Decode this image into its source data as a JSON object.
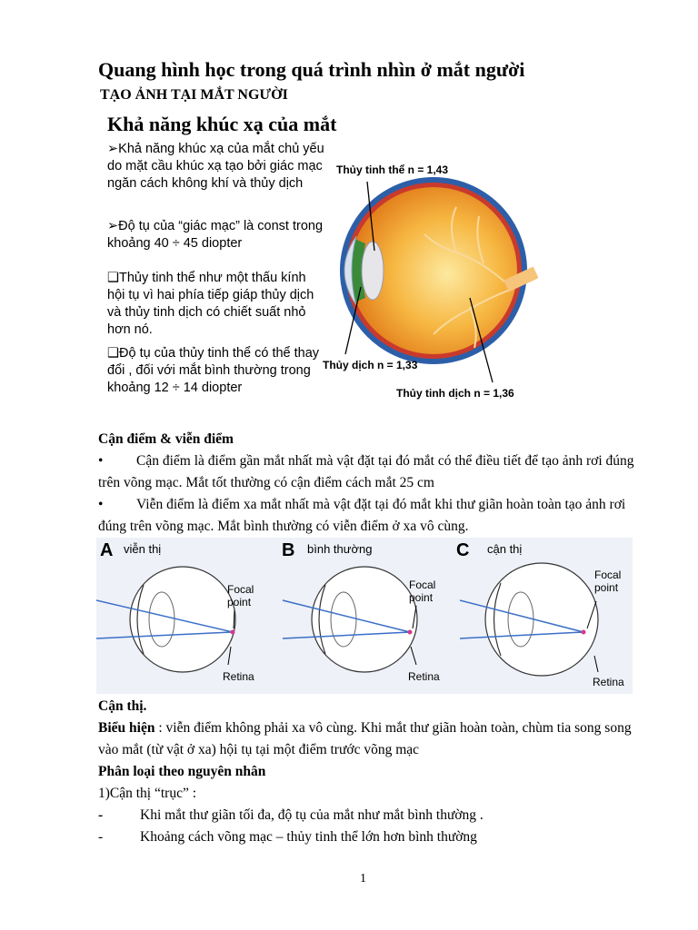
{
  "header": {
    "title": "Quang hình học trong quá trình nhìn ở mắt người",
    "subtitle": "TẠO ẢNH TẠI MẮT NGƯỜI",
    "section_title": "Khả năng khúc xạ của mắt"
  },
  "refraction_bullets": [
    {
      "marker": "➢",
      "text": "Khả năng khúc xạ của mắt chủ yếu do mặt cầu khúc xạ tạo bởi giác mạc ngăn cách không khí và thủy dịch"
    },
    {
      "marker": "➢",
      "text": "Độ tụ của “giác mạc” là const trong khoảng 40 ÷ 45 diopter"
    },
    {
      "marker": "❑",
      "text": "Thủy tinh thể như một thấu kính hội tụ vì hai phía tiếp giáp thủy dịch và thủy tinh dịch có chiết suất nhỏ hơn nó."
    },
    {
      "marker": "❑",
      "text": "Độ tụ của thủy tinh thể có thể thay đổi , đối với mắt bình thường trong khoảng 12 ÷ 14 diopter"
    }
  ],
  "eye_diagram": {
    "lens_label": "Thủy tinh thể n = 1,43",
    "aqueous_label": "Thủy dịch n = 1,33",
    "vitreous_label": "Thủy tinh dịch n = 1,36"
  },
  "near_far": {
    "heading": "Cận điểm & viễn điểm",
    "bullet": "•",
    "near_point": "Cận điểm là điểm gần mắt nhất mà vật đặt tại đó mắt có thể điều tiết để tạo ảnh rơi đúng trên võng mạc. Mắt tốt thường có cận điểm cách mắt 25 cm",
    "far_point": "Viễn điểm là điểm xa mắt nhất mà vật đặt tại đó mắt khi thư giãn hoàn toàn tạo ảnh rơi đúng trên võng mạc. Mắt bình thường có viễn điểm ở xa vô cùng."
  },
  "focus_figure": {
    "panels": [
      {
        "letter": "A",
        "caption": "viễn thị"
      },
      {
        "letter": "B",
        "caption": "bình thường"
      },
      {
        "letter": "C",
        "caption": "cận thị"
      }
    ],
    "focal_line1": "Focal",
    "focal_line2": "point",
    "retina": "Retina"
  },
  "myopia": {
    "heading": "Cận thị.",
    "symptom_label": "Biểu hiện",
    "symptom_text": " : viễn điểm không phải xa vô cùng. Khi mắt thư giãn hoàn toàn, chùm tia song song vào mắt (từ vật ở xa) hội tụ tại một điểm trước võng mạc",
    "classify_heading": "Phân loại theo nguyên nhân",
    "axial_heading": "1)Cận thị “trục” :",
    "axial_items": [
      {
        "marker": "-",
        "text": "Khi mắt thư giãn tối đa, độ tụ của mắt như mắt bình thường ."
      },
      {
        "marker": "-",
        "text": "Khoảng cách võng mạc – thủy tinh thể lớn hơn bình thường"
      }
    ]
  },
  "footer": {
    "page_number": "1"
  }
}
